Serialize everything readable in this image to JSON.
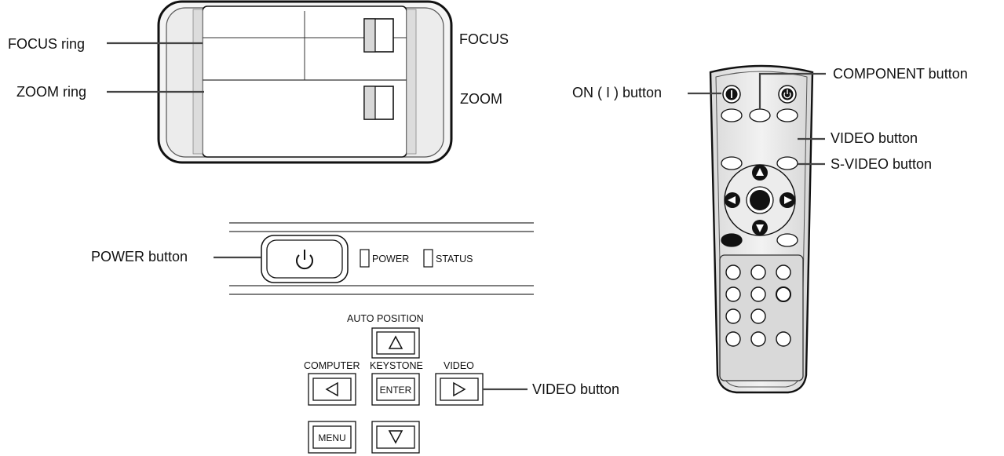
{
  "lens_panel": {
    "focus_ring_label": "FOCUS ring",
    "zoom_ring_label": "ZOOM ring",
    "focus_label": "FOCUS",
    "zoom_label": "ZOOM"
  },
  "power_panel": {
    "power_button_label": "POWER button",
    "power_indicator": "POWER",
    "status_indicator": "STATUS"
  },
  "control_panel": {
    "auto_position": "AUTO POSITION",
    "computer": "COMPUTER",
    "keystone": "KEYSTONE",
    "video": "VIDEO",
    "enter": "ENTER",
    "menu": "MENU",
    "video_button_label": "VIDEO button"
  },
  "remote": {
    "component_button_label": "COMPONENT button",
    "on_button_label": "ON ( I ) button",
    "video_button_label": "VIDEO button",
    "svideo_button_label": "S-VIDEO button"
  }
}
